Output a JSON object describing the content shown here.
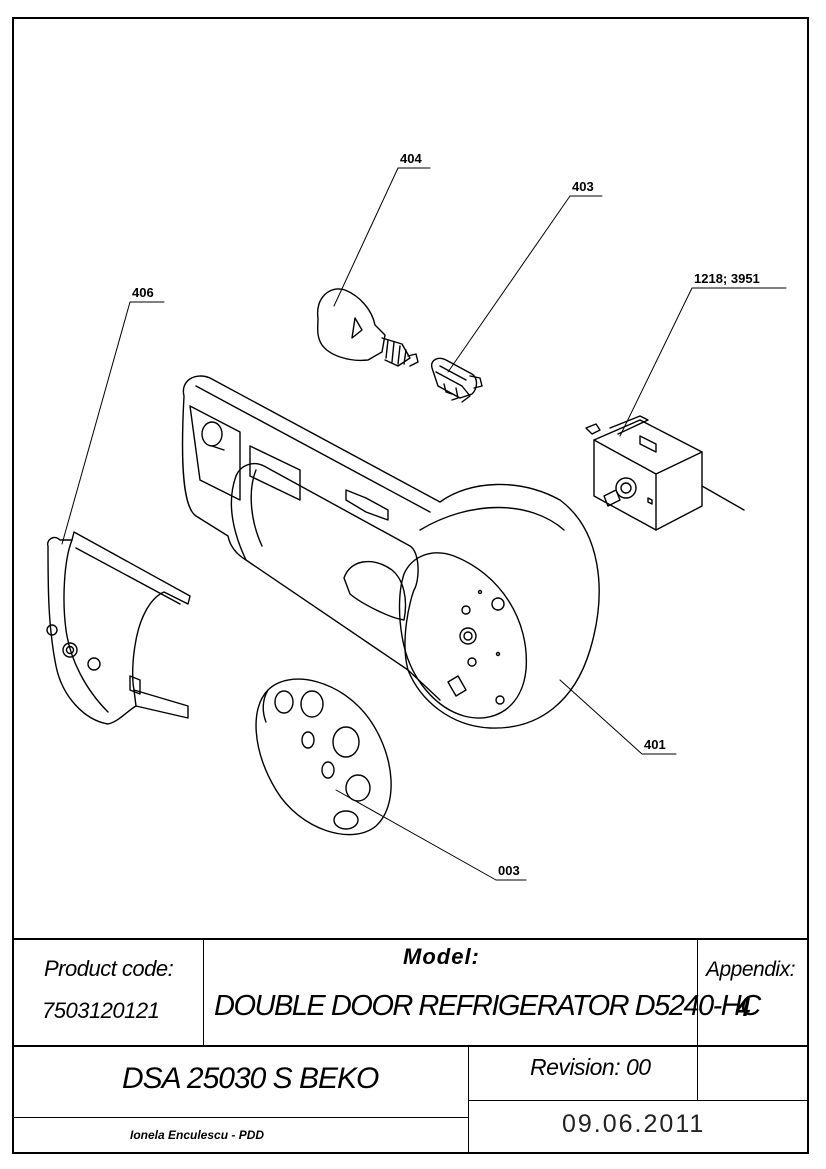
{
  "drawing": {
    "callouts": {
      "c404": "404",
      "c403": "403",
      "c406": "406",
      "c1218": "1218; 3951",
      "c401": "401",
      "c003": "003"
    }
  },
  "title_block": {
    "product_code_label": "Product code:",
    "product_code_value": "7503120121",
    "model_label": "Model:",
    "model_value": "DOUBLE DOOR REFRIGERATOR D5240-HC",
    "appendix_label": "Appendix:",
    "appendix_value": "4",
    "document_code": "DSA 25030 S BEKO",
    "revision": "Revision: 00",
    "author": "Ionela Enculescu - PDD",
    "date": "09.06.2011"
  }
}
